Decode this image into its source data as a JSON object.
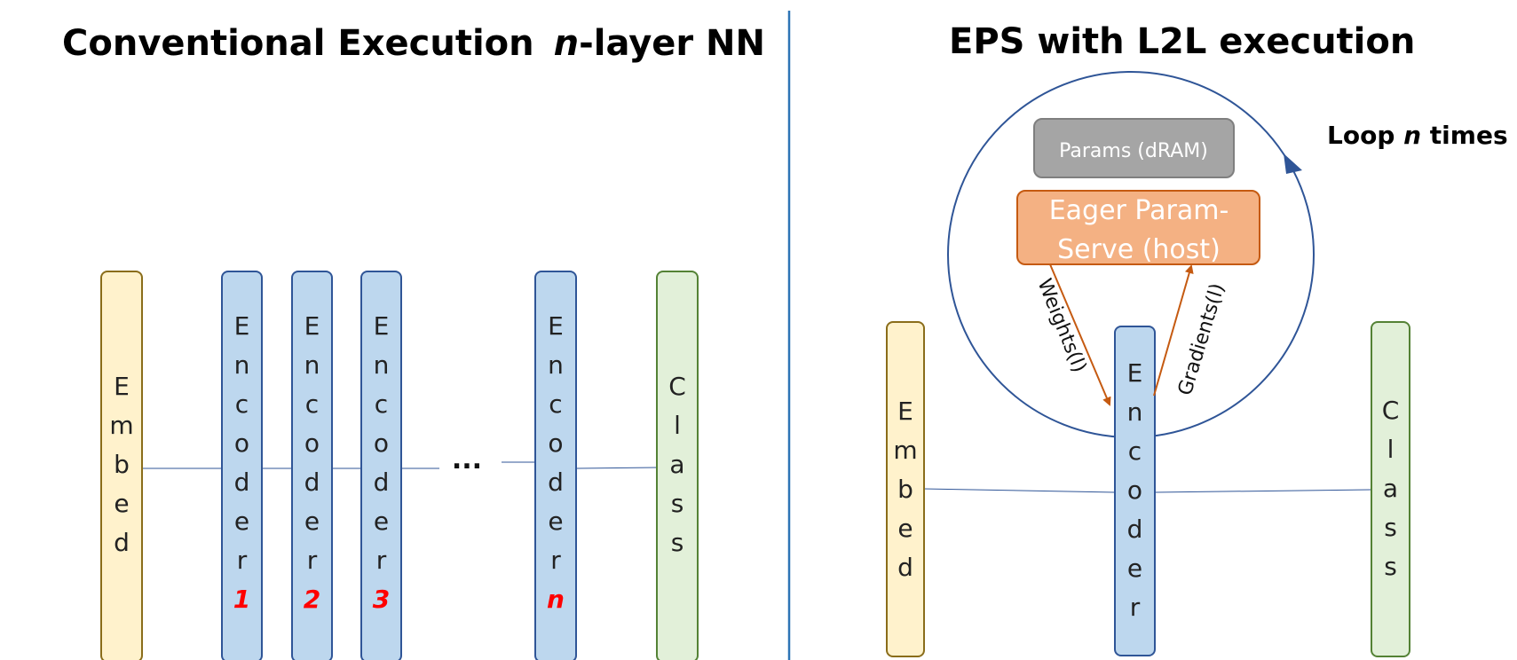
{
  "left_panel": {
    "title_prefix": "Conventional Execution",
    "title_n": "n",
    "title_suffix": "-layer NN",
    "blocks": [
      {
        "label": "Embed",
        "kind": "embed",
        "index": ""
      },
      {
        "label": "Encoder",
        "kind": "encoder",
        "index": "1"
      },
      {
        "label": "Encoder",
        "kind": "encoder",
        "index": "2"
      },
      {
        "label": "Encoder",
        "kind": "encoder",
        "index": "3"
      },
      {
        "label": "Encoder",
        "kind": "encoder",
        "index": "n"
      },
      {
        "label": "Class",
        "kind": "class",
        "index": ""
      }
    ],
    "ellipsis": "..."
  },
  "right_panel": {
    "title": "EPS with L2L execution",
    "loop_prefix": "Loop",
    "loop_n": "n",
    "loop_suffix": "times",
    "params_box": "Params (dRAM)",
    "eps_box_line1": "Eager Param-",
    "eps_box_line2": "Serve (host)",
    "weights_label": "Weights(l)",
    "gradients_label": "Gradients(l)",
    "blocks": [
      {
        "label": "Embed",
        "kind": "embed"
      },
      {
        "label": "Encoder",
        "kind": "encoder"
      },
      {
        "label": "Class",
        "kind": "class"
      }
    ]
  },
  "colors": {
    "embed_fill": "#fff2cc",
    "embed_stroke": "#8a6d1a",
    "encoder_fill": "#bdd7ee",
    "encoder_stroke": "#2f5597",
    "class_fill": "#e2f0d9",
    "class_stroke": "#548235",
    "params_fill": "#a5a5a5",
    "params_stroke": "#7f7f7f",
    "eps_fill": "#f4b183",
    "eps_stroke": "#c55a11",
    "arrow": "#c55a11",
    "divider": "#2e75b6",
    "loop": "#2f5597"
  }
}
